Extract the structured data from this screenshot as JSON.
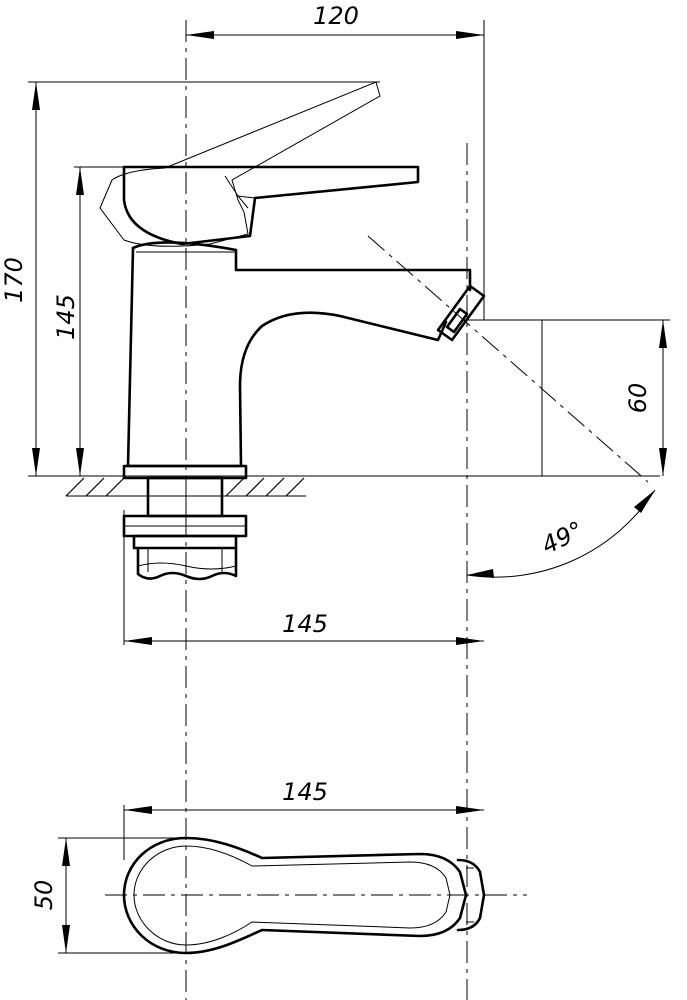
{
  "dimensions": {
    "top_width": "120",
    "total_height": "170",
    "body_height": "145",
    "spout_reach_side": "145",
    "spout_reach_top": "145",
    "outlet_height": "60",
    "spray_angle": "49°",
    "plan_width": "50"
  }
}
